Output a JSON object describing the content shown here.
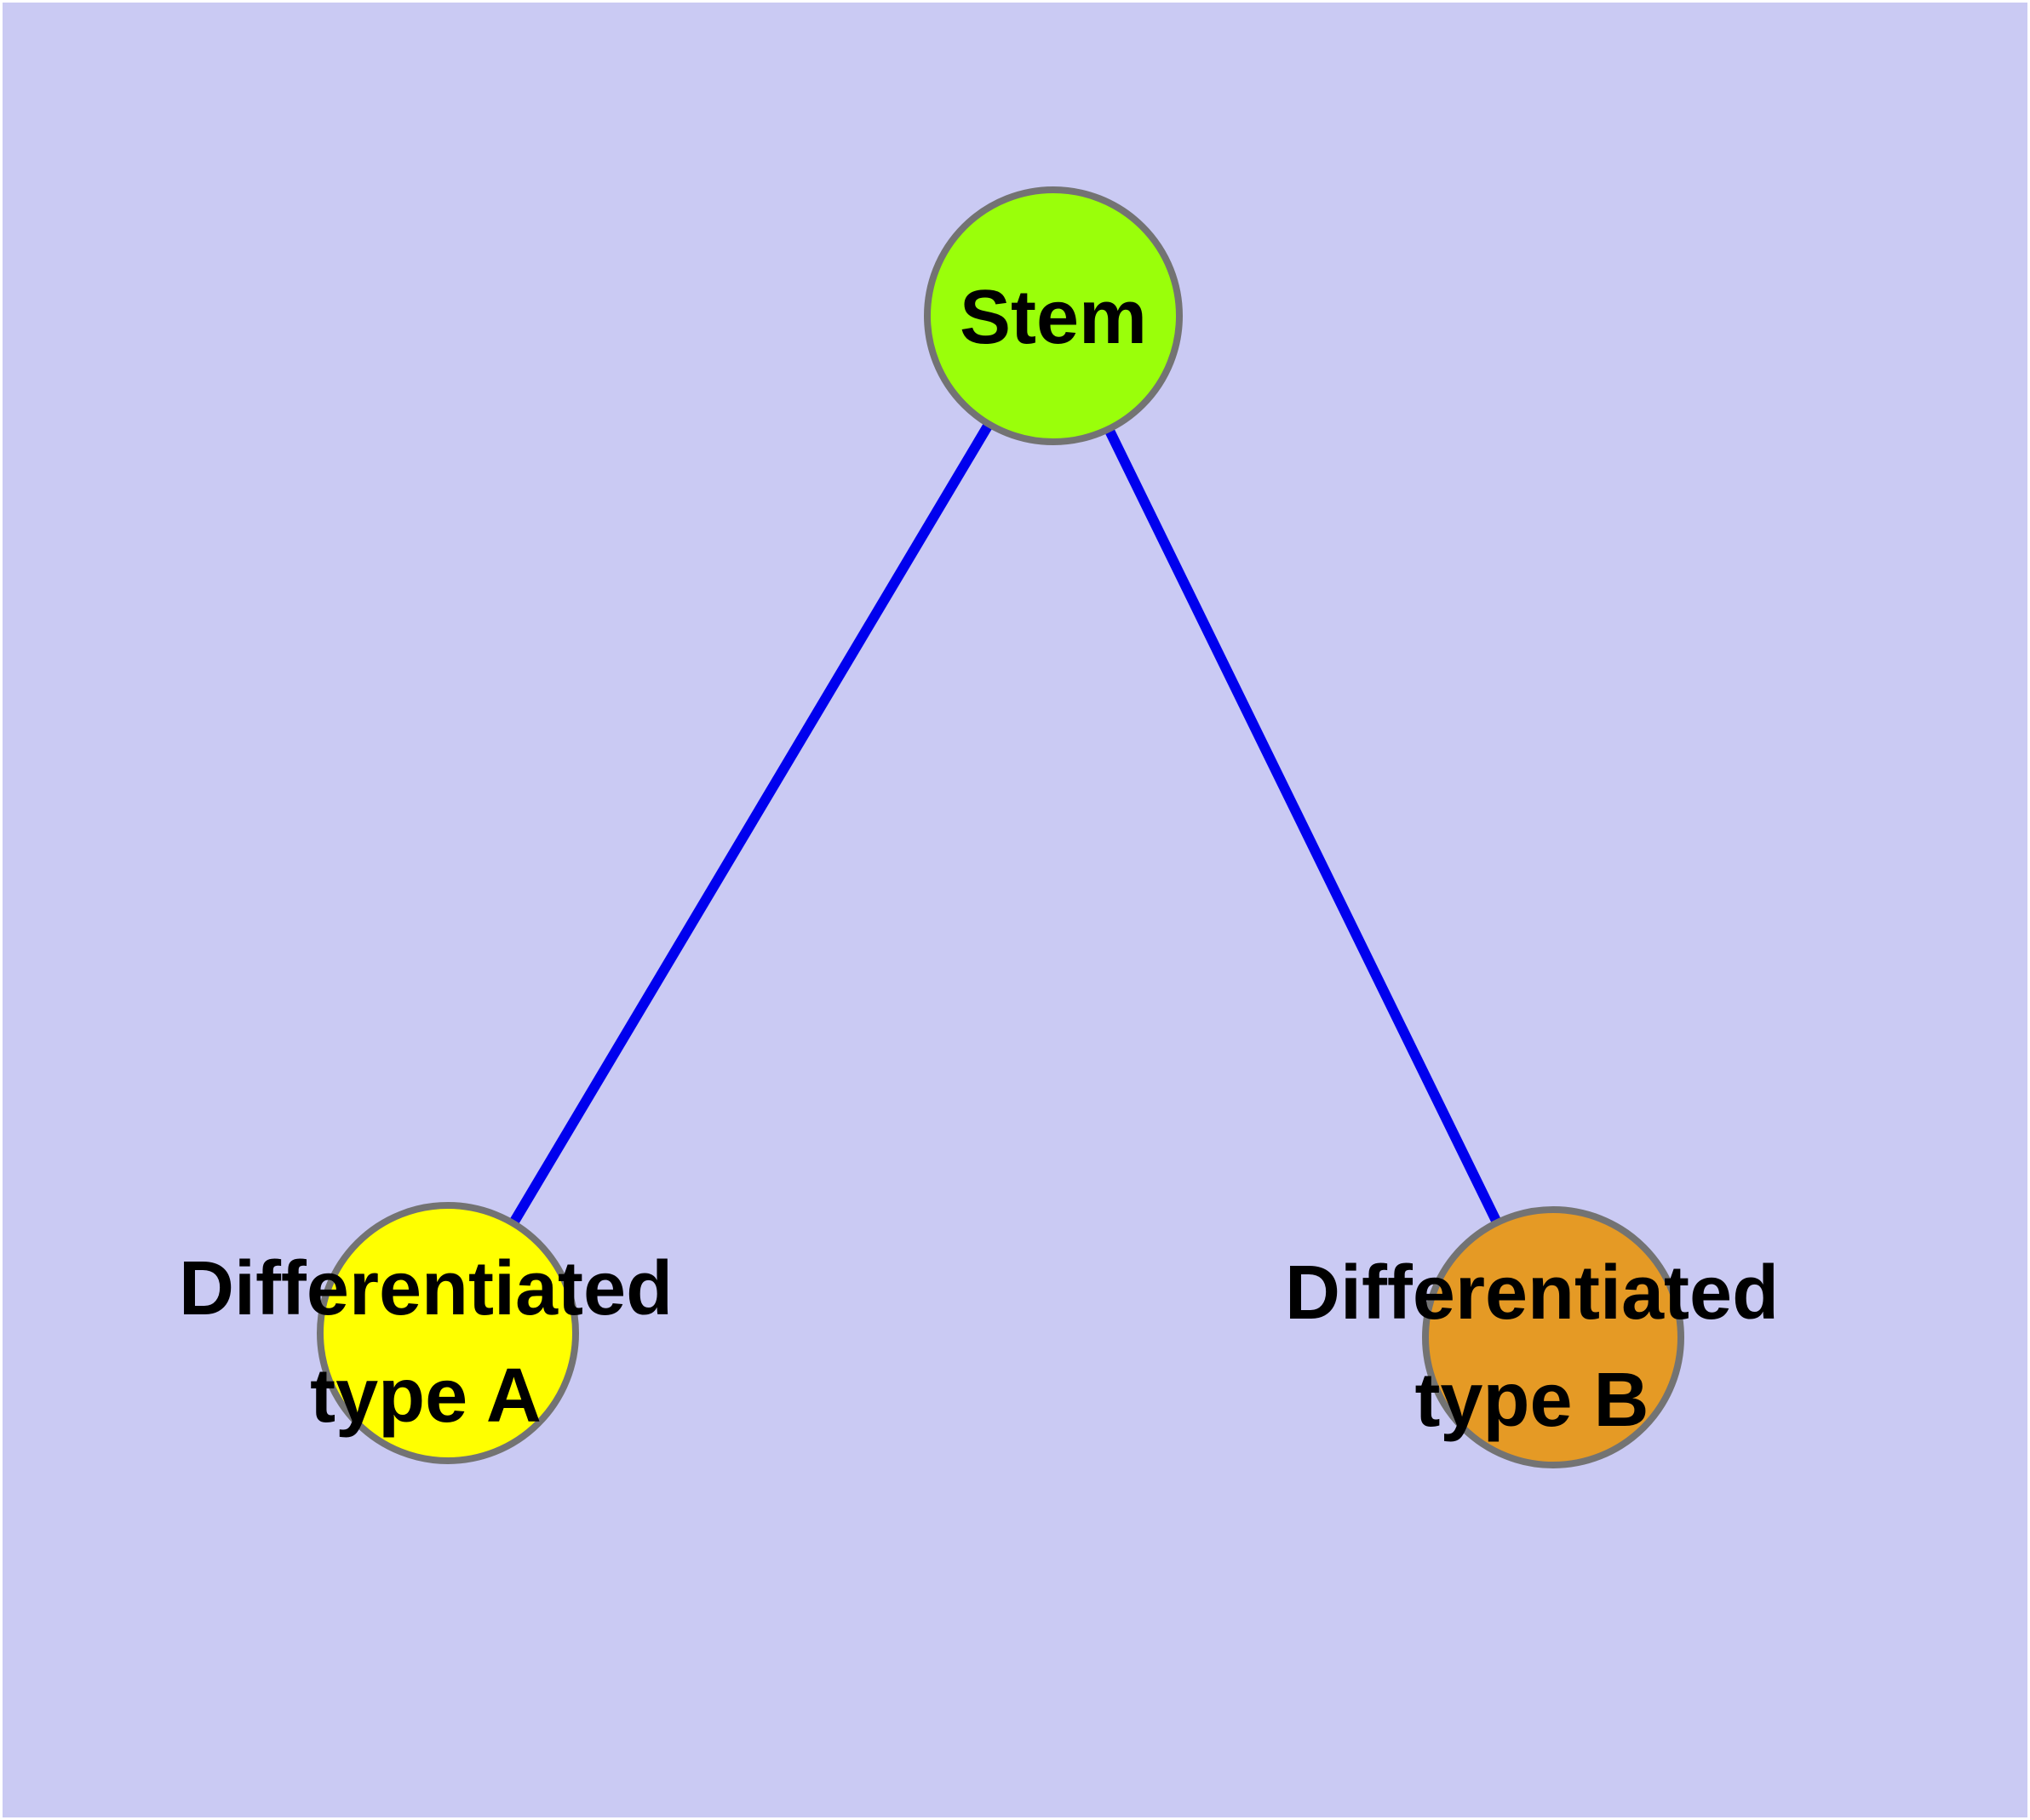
{
  "diagram": {
    "type": "graph",
    "background_color": "#cacaf3",
    "margin_color": "#ffffff",
    "edge_color": "#0000ee",
    "node_border_color": "#737373",
    "label_color": "#000000",
    "nodes": [
      {
        "id": "stem",
        "label": "Stem",
        "color": "#9aff0a"
      },
      {
        "id": "type-a",
        "label_line1": "Differentiated",
        "label_line2": "type A",
        "color": "#ffff00"
      },
      {
        "id": "type-b",
        "label_line1": "Differentiated",
        "label_line2": "type B",
        "color": "#e59a25"
      }
    ],
    "edges": [
      {
        "from": "Stem",
        "to": "Differentiated type A"
      },
      {
        "from": "Stem",
        "to": "Differentiated type B"
      }
    ]
  }
}
